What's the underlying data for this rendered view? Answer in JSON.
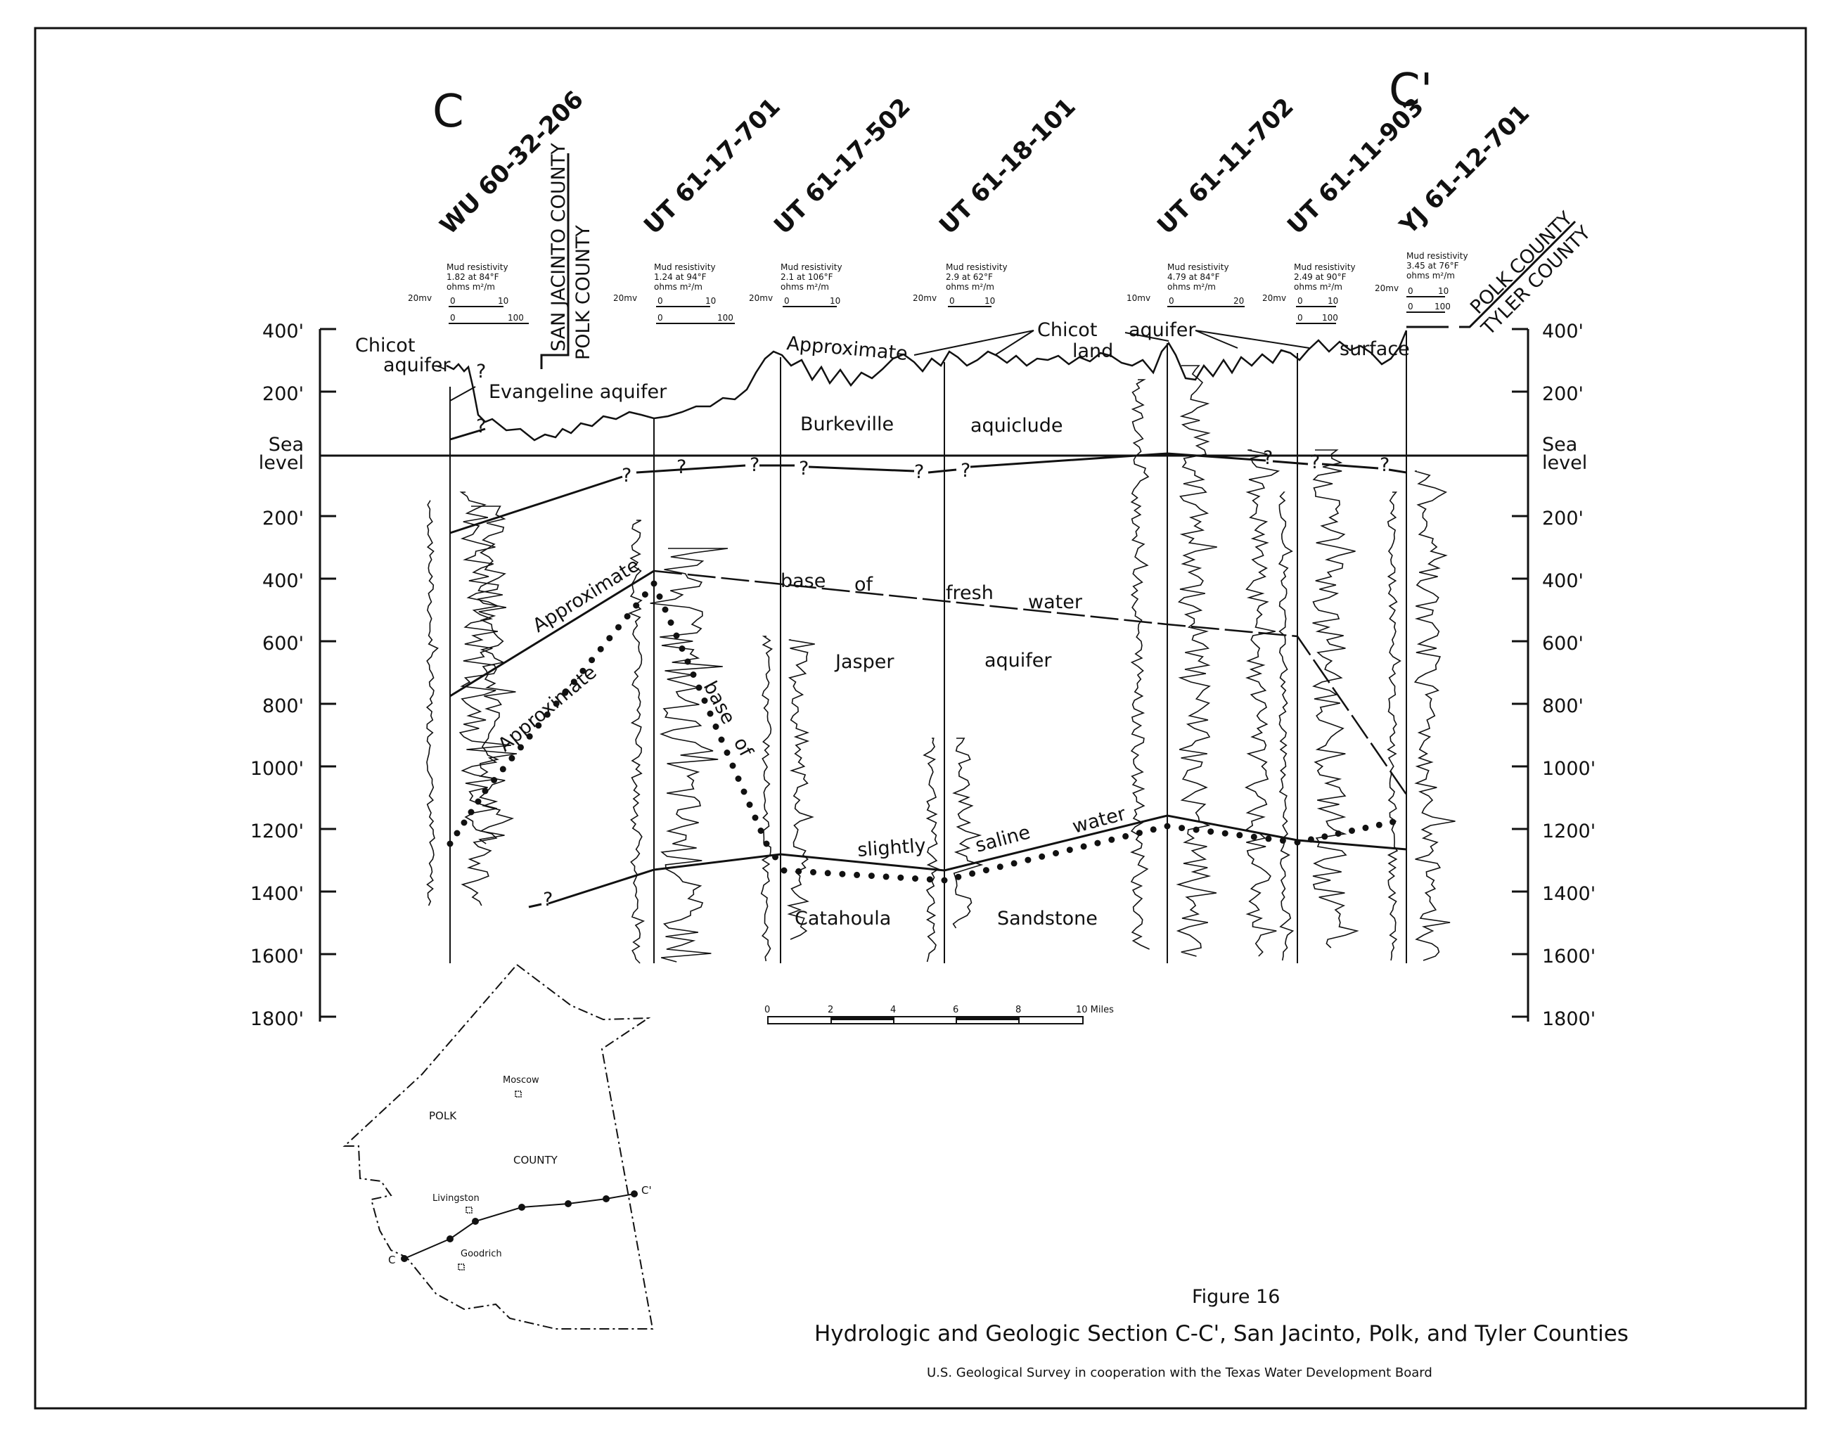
{
  "section": {
    "start_label": "C",
    "end_label": "C'"
  },
  "depth_labels_left": [
    "400'",
    "200'",
    "Sea",
    "level",
    "200'",
    "400'",
    "600'",
    "800'",
    "1000'",
    "1200'",
    "1400'",
    "1600'",
    "1800'"
  ],
  "depth_labels_right": [
    "400'",
    "200'",
    "Sea",
    "level",
    "200'",
    "400'",
    "600'",
    "800'",
    "1000'",
    "1200'",
    "1400'",
    "1600'",
    "1800'"
  ],
  "wells": [
    {
      "name": "WU 60-32-206",
      "mud": [
        "Mud resistivity",
        "1.82 at 84°F",
        "ohms m²/m"
      ],
      "sp": "20mv",
      "scale": [
        "0",
        "10",
        "0",
        "100"
      ]
    },
    {
      "name": "UT 61-17-701",
      "mud": [
        "Mud resistivity",
        "1.24 at 94°F",
        "ohms m²/m"
      ],
      "sp": "20mv",
      "scale": [
        "0",
        "10",
        "0",
        "100"
      ]
    },
    {
      "name": "UT 61-17-502",
      "mud": [
        "Mud resistivity",
        "2.1 at 106°F",
        "ohms m²/m"
      ],
      "sp": "20mv",
      "scale": [
        "0",
        "10"
      ]
    },
    {
      "name": "UT 61-18-101",
      "mud": [
        "Mud resistivity",
        "2.9 at 62°F",
        "ohms m²/m"
      ],
      "sp": "20mv",
      "scale": [
        "0",
        "10"
      ]
    },
    {
      "name": "UT 61-11-702",
      "mud": [
        "Mud resistivity",
        "4.79 at 84°F",
        "ohms m²/m"
      ],
      "sp": "10mv",
      "scale": [
        "0",
        "20"
      ]
    },
    {
      "name": "UT 61-11-903",
      "mud": [
        "Mud resistivity",
        "2.49 at 90°F",
        "ohms m²/m"
      ],
      "sp": "20mv",
      "scale": [
        "0",
        "10",
        "0",
        "100"
      ]
    },
    {
      "name": "YJ 61-12-701",
      "mud": [
        "Mud resistivity",
        "3.45 at 76°F",
        "ohms m²/m"
      ],
      "sp": "20mv",
      "scale": [
        "0",
        "10",
        "0",
        "100"
      ]
    }
  ],
  "county_lines": {
    "west_top": "SAN JACINTO COUNTY",
    "west_bottom": "POLK COUNTY",
    "east_top": "POLK COUNTY",
    "east_bottom": "TYLER COUNTY"
  },
  "units": {
    "chicot_left_1": "Chicot",
    "chicot_left_2": "aquifer",
    "evangeline": "Evangeline aquifer",
    "approximate_top": "Approximate",
    "chicot_right": "Chicot",
    "land": "land",
    "aquifer_right": "aquifer",
    "surface": "surface",
    "burkeville": "Burkeville",
    "aquiclude": "aquiclude",
    "approximate_mid": "Approximate",
    "approximate_dotted": "Approximate",
    "base_fresh_1": "base",
    "base_fresh_2": "of",
    "base_fresh_3": "fresh",
    "base_fresh_4": "water",
    "jasper": "Jasper",
    "jasper_aquifer": "aquifer",
    "base_dotted_1": "base",
    "base_dotted_2": "of",
    "slightly": "slightly",
    "saline": "saline",
    "water": "water",
    "catahoula": "Catahoula",
    "sandstone": "Sandstone",
    "question": "?"
  },
  "scale_bar": {
    "labels": [
      "0",
      "2",
      "4",
      "6",
      "8",
      "10 Miles"
    ]
  },
  "index_map": {
    "polk": "POLK",
    "county": "COUNTY",
    "moscow": "Moscow",
    "livingston": "Livingston",
    "goodrich": "Goodrich",
    "c": "C",
    "c_prime": "C'"
  },
  "figure": {
    "number": "Figure 16",
    "title": "Hydrologic and Geologic Section C-C', San Jacinto, Polk, and Tyler Counties",
    "credit": "U.S. Geological Survey in cooperation with the Texas Water Development Board"
  }
}
